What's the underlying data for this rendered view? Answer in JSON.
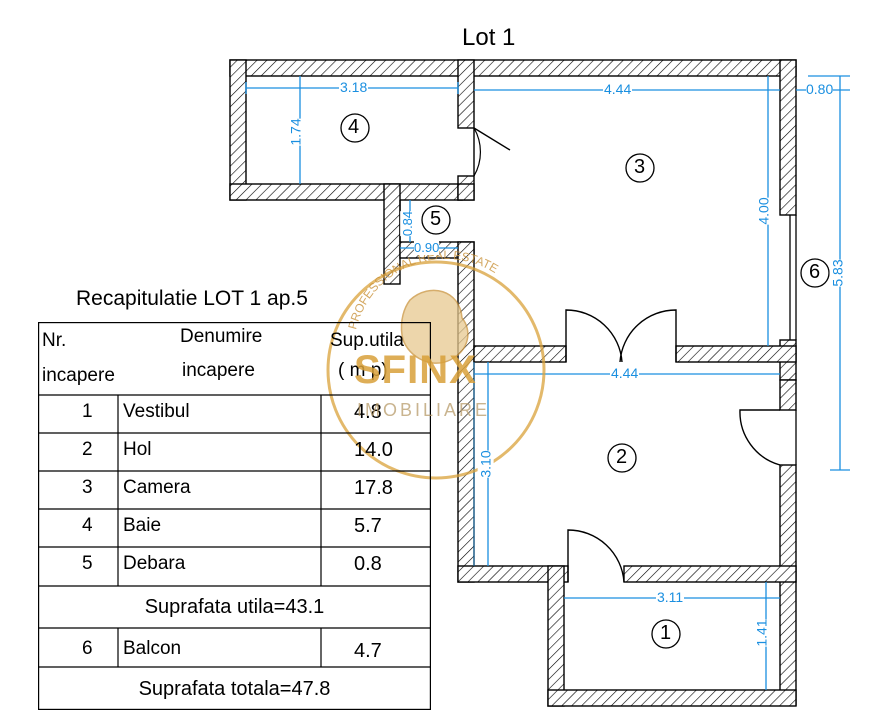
{
  "title": "Lot 1",
  "dimensions": {
    "room4_width": "3.18",
    "room4_height": "1.74",
    "room3_width": "4.44",
    "balcony_width": "0.80",
    "room3_height": "4.00",
    "balcony_length": "5.83",
    "room5_height": "0.84",
    "room5_width": "0.90",
    "room2_width": "4.44",
    "room2_height": "3.10",
    "room1_width": "3.11",
    "room1_height": "1.41"
  },
  "room_markers": {
    "r1": "1",
    "r2": "2",
    "r3": "3",
    "r4": "4",
    "r5": "5",
    "r6": "6"
  },
  "watermark": {
    "arc_text": "PROFESSIONAL REAL ESTATE",
    "brand": "SFINX",
    "sub": "IMOBILIARE"
  },
  "recap": {
    "title": "Recapitulatie LOT 1 ap.5",
    "header": {
      "nr_line1": "Nr.",
      "nr_line2": "incapere",
      "name_line1": "Denumire",
      "name_line2": "incapere",
      "area_line1": "Sup.utila",
      "area_line2": "( m p)"
    },
    "rows": [
      {
        "nr": "1",
        "name": "Vestibul",
        "area": "4.8"
      },
      {
        "nr": "2",
        "name": "Hol",
        "area": "14.0"
      },
      {
        "nr": "3",
        "name": "Camera",
        "area": "17.8"
      },
      {
        "nr": "4",
        "name": "Baie",
        "area": "5.7"
      },
      {
        "nr": "5",
        "name": "Debara",
        "area": "0.8"
      }
    ],
    "useful_total": "Suprafata utila=43.1",
    "balcony_row": {
      "nr": "6",
      "name": "Balcon",
      "area": "4.7"
    },
    "grand_total": "Suprafata totala=47.8"
  }
}
